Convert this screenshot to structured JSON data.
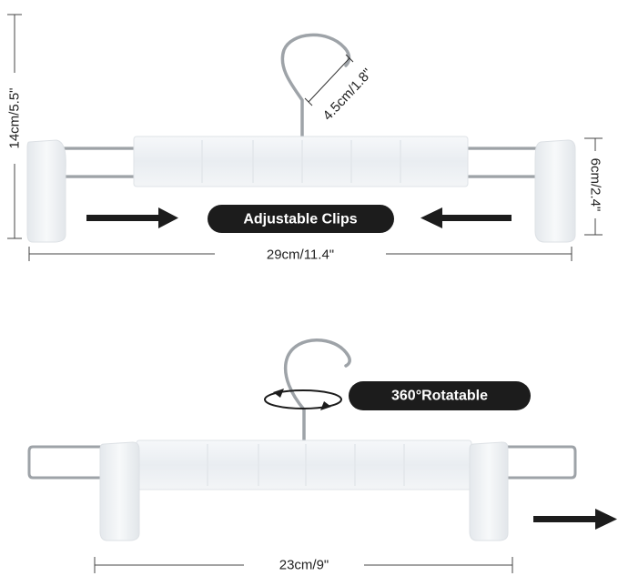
{
  "top_hanger": {
    "height_label": "14cm/5.5\"",
    "hook_label": "4.5cm/1.8\"",
    "clip_height_label": "6cm/2.4\"",
    "width_label": "29cm/11.4\"",
    "feature_label": "Adjustable Clips"
  },
  "bottom_hanger": {
    "feature_label": "360°Rotatable",
    "width_label": "23cm/9\""
  },
  "colors": {
    "pill": "#1c1c1c",
    "arrow": "#1c1c1c",
    "line": "#444444",
    "hanger_body": "#eef1f4",
    "chrome": "#9ea3a8"
  }
}
